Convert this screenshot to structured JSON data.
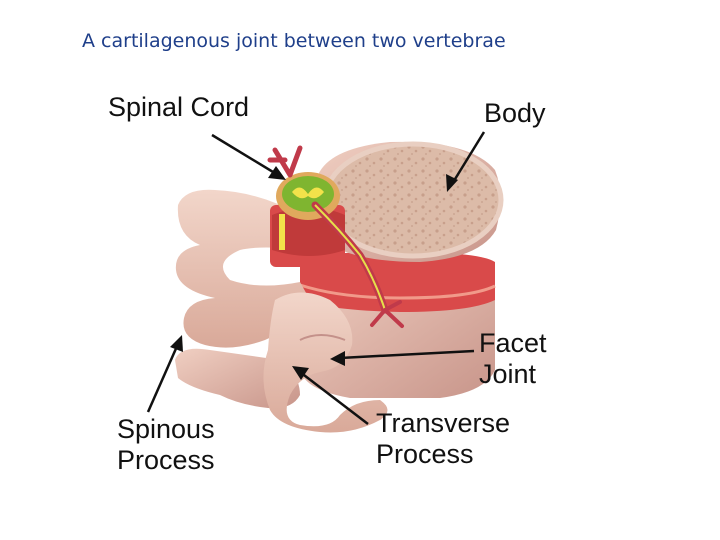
{
  "title": "A cartilagenous joint between two vertebrae",
  "labels": {
    "spinal_cord": [
      "Spinal Cord"
    ],
    "body": [
      "Body"
    ],
    "facet_joint": [
      "Facet",
      "Joint"
    ],
    "spinous_process": [
      "Spinous",
      "Process"
    ],
    "transverse_process": [
      "Transverse",
      "Process"
    ]
  },
  "colors": {
    "title": "#1f3f8a",
    "bone": "#e8c3b5",
    "bone_shadow": "#c99d8f",
    "cancellous_bone": "#d8b6a3",
    "disc": "#d94a4a",
    "spinal_cord": "#7fb530",
    "nerve_root": "#c03a4a",
    "arrow": "#111111"
  }
}
